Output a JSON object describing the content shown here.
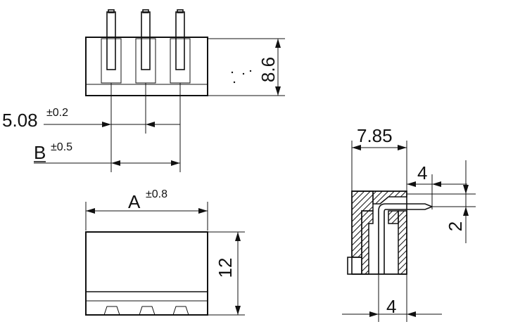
{
  "dimensions": {
    "pitch": {
      "value": "5.08",
      "tolerance": "±0.2"
    },
    "b": {
      "value": "B",
      "tolerance": "±0.5"
    },
    "a": {
      "value": "A",
      "tolerance": "±0.8"
    },
    "top_height": "8.6",
    "front_height": "12",
    "side_width": "7.85",
    "pin_offset": "4",
    "pin_height": "2",
    "bottom_width": "4"
  },
  "colors": {
    "ink": "#111111",
    "paper": "#ffffff"
  }
}
